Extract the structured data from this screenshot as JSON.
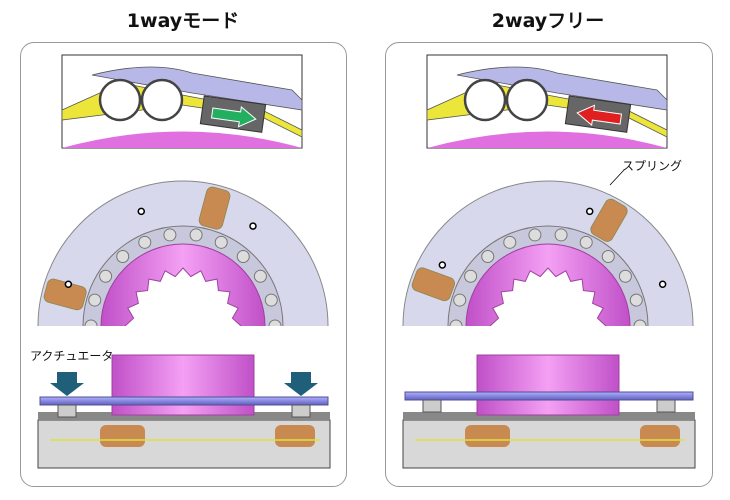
{
  "panels": [
    {
      "title": "1wayモード",
      "mode": "1way",
      "arrow_color": "#22b060",
      "arrow_direction": "right"
    },
    {
      "title": "2wayフリー",
      "mode": "2way",
      "arrow_color": "#e02020",
      "arrow_direction": "left"
    }
  ],
  "labels": {
    "actuator": "アクチュエータ",
    "spring": "スプリング"
  },
  "colors": {
    "hub": "#e070e0",
    "plate": "#8080e0",
    "actuator_arrow": "#1f5f7a",
    "ring": "#d8d8ec",
    "spring": "#c88a50"
  }
}
